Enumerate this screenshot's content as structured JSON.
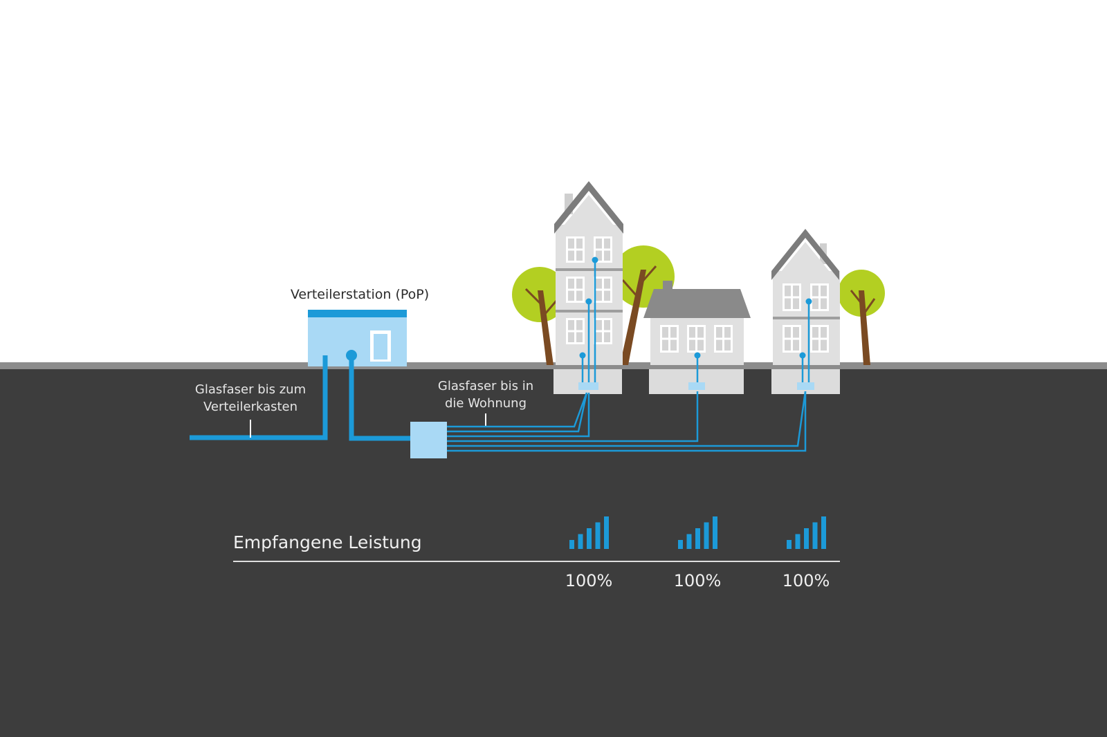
{
  "labels": {
    "station": "Verteilerstation (PoP)",
    "fiber_to_cabinet": [
      "Glasfaser bis zum",
      "Verteilerkasten"
    ],
    "fiber_to_home": [
      "Glasfaser bis in",
      "die Wohnung"
    ]
  },
  "legend": {
    "title": "Empfangene Leistung",
    "values": [
      "100%",
      "100%",
      "100%"
    ],
    "signal_bars": [
      5,
      5,
      5
    ]
  },
  "colors": {
    "ground": "#3d3d3d",
    "fiber": "#1c9ad8",
    "box": "#a9d9f5",
    "building": "#e0e0e0",
    "roof": "#8a8a8a",
    "tree": "#b3cf22",
    "trunk": "#7a4a22",
    "text_light": "#f0f0f0"
  }
}
